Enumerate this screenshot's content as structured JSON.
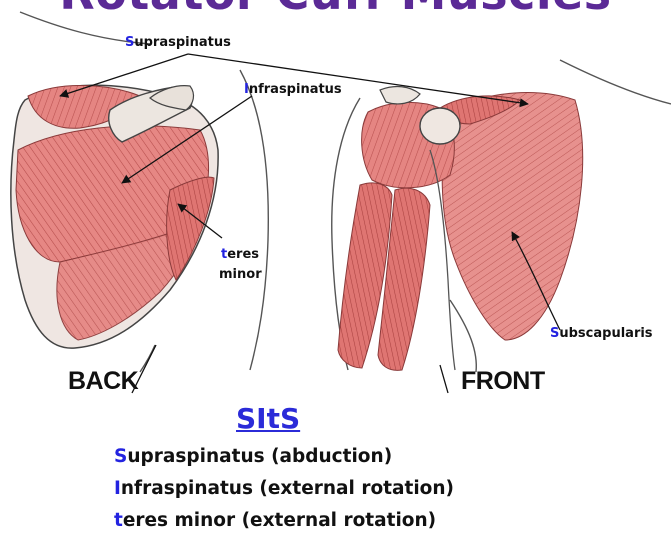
{
  "title": "Rotator Cuff Muscles",
  "labels": {
    "supraspinatus": {
      "initial": "S",
      "rest": "upraspinatus"
    },
    "infraspinatus": {
      "initial": "I",
      "rest": "nfraspinatus"
    },
    "teres": {
      "initial": "t",
      "rest": "eres"
    },
    "minor": "minor",
    "subscapularis": {
      "initial": "S",
      "rest": "ubscapularis"
    }
  },
  "views": {
    "back": "BACK",
    "front": "FRONT"
  },
  "mnemonic": {
    "heading": "SItS",
    "lines": [
      {
        "initial": "S",
        "rest": "upraspinatus (abduction)"
      },
      {
        "initial": "I",
        "rest": "nfraspinatus (external rotation)"
      },
      {
        "initial": "t",
        "rest": "eres minor (external rotation)"
      }
    ]
  },
  "colors": {
    "title": "#5b2a96",
    "initial": "#2323e0",
    "muscle": "#e07a78",
    "muscle_dark": "#b84a4a"
  }
}
